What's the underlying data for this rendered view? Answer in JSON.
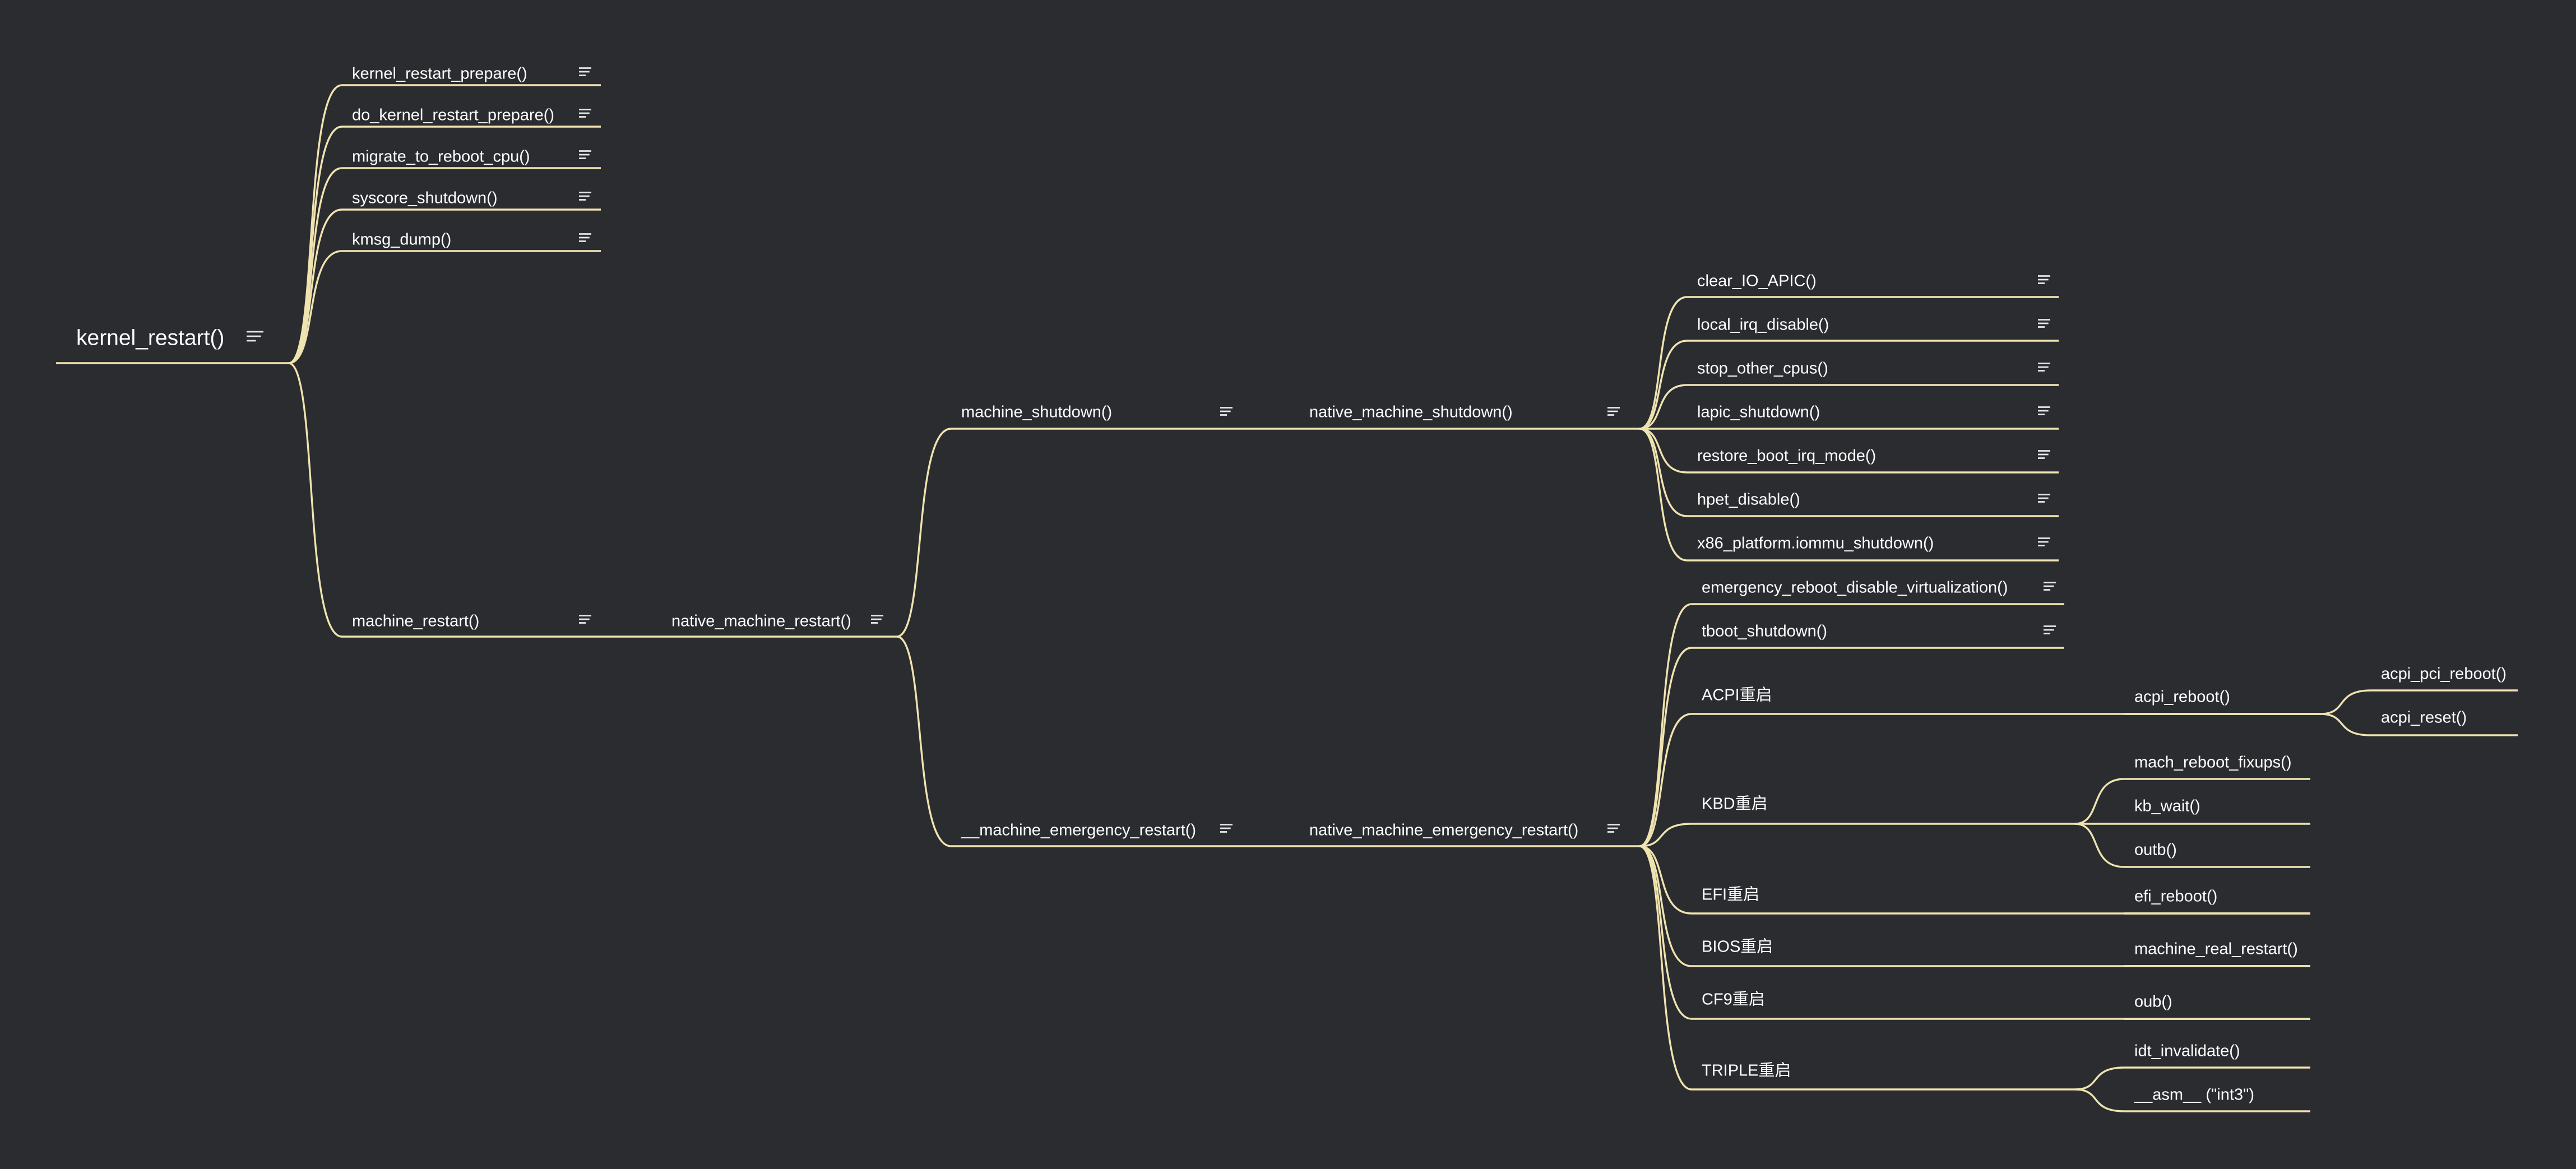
{
  "theme": {
    "background": "#2b2c30",
    "line_color": "#efe3b0",
    "text_color": "#ffffff"
  },
  "mindmap": {
    "root": {
      "id": "root",
      "label": "kernel_restart()",
      "note": true,
      "children": [
        {
          "id": "krp",
          "label": "kernel_restart_prepare()",
          "note": true
        },
        {
          "id": "dkrp",
          "label": "do_kernel_restart_prepare()",
          "note": true
        },
        {
          "id": "mtrc",
          "label": "migrate_to_reboot_cpu()",
          "note": true
        },
        {
          "id": "ss",
          "label": "syscore_shutdown()",
          "note": true
        },
        {
          "id": "kd",
          "label": "kmsg_dump()",
          "note": true
        },
        {
          "id": "mr",
          "label": "machine_restart()",
          "note": true,
          "children": [
            {
              "id": "nmr",
              "label": "native_machine_restart()",
              "note": true,
              "children": [
                {
                  "id": "ms",
                  "label": "machine_shutdown()",
                  "note": true,
                  "children": [
                    {
                      "id": "nms",
                      "label": "native_machine_shutdown()",
                      "note": true,
                      "children": [
                        {
                          "id": "cia",
                          "label": "clear_IO_APIC()",
                          "note": true
                        },
                        {
                          "id": "lid",
                          "label": "local_irq_disable()",
                          "note": true
                        },
                        {
                          "id": "soc",
                          "label": "stop_other_cpus()",
                          "note": true
                        },
                        {
                          "id": "ls",
                          "label": "lapic_shutdown()",
                          "note": true
                        },
                        {
                          "id": "rbim",
                          "label": "restore_boot_irq_mode()",
                          "note": true
                        },
                        {
                          "id": "hd",
                          "label": "hpet_disable()",
                          "note": true
                        },
                        {
                          "id": "xpis",
                          "label": "x86_platform.iommu_shutdown()",
                          "note": true
                        }
                      ]
                    }
                  ]
                },
                {
                  "id": "mer",
                  "label": "__machine_emergency_restart()",
                  "note": true,
                  "children": [
                    {
                      "id": "nmer",
                      "label": "native_machine_emergency_restart()",
                      "note": true,
                      "children": [
                        {
                          "id": "erdv",
                          "label": "emergency_reboot_disable_virtualization()",
                          "note": true
                        },
                        {
                          "id": "ts",
                          "label": "tboot_shutdown()",
                          "note": true
                        },
                        {
                          "id": "acpi",
                          "label": "ACPI重启",
                          "note": false,
                          "children": [
                            {
                              "id": "acpir",
                              "label": "acpi_reboot()",
                              "note": false,
                              "children": [
                                {
                                  "id": "apr",
                                  "label": "acpi_pci_reboot()",
                                  "note": false
                                },
                                {
                                  "id": "ar",
                                  "label": "acpi_reset()",
                                  "note": false
                                }
                              ]
                            }
                          ]
                        },
                        {
                          "id": "kbd",
                          "label": "KBD重启",
                          "note": false,
                          "children": [
                            {
                              "id": "mrf",
                              "label": "mach_reboot_fixups()",
                              "note": false
                            },
                            {
                              "id": "kw",
                              "label": "kb_wait()",
                              "note": false
                            },
                            {
                              "id": "outb",
                              "label": "outb()",
                              "note": false
                            }
                          ]
                        },
                        {
                          "id": "efi",
                          "label": "EFI重启",
                          "note": false,
                          "children": [
                            {
                              "id": "efir",
                              "label": "efi_reboot()",
                              "note": false
                            }
                          ]
                        },
                        {
                          "id": "bios",
                          "label": "BIOS重启",
                          "note": false,
                          "children": [
                            {
                              "id": "mrr",
                              "label": "machine_real_restart()",
                              "note": false
                            }
                          ]
                        },
                        {
                          "id": "cf9",
                          "label": "CF9重启",
                          "note": false,
                          "children": [
                            {
                              "id": "oub",
                              "label": "oub()",
                              "note": false
                            }
                          ]
                        },
                        {
                          "id": "triple",
                          "label": "TRIPLE重启",
                          "note": false,
                          "children": [
                            {
                              "id": "ii",
                              "label": "idt_invalidate()",
                              "note": false
                            },
                            {
                              "id": "asm",
                              "label": "__asm__ (\"int3\")",
                              "note": false
                            }
                          ]
                        }
                      ]
                    }
                  ]
                }
              ]
            }
          ]
        }
      ]
    }
  }
}
